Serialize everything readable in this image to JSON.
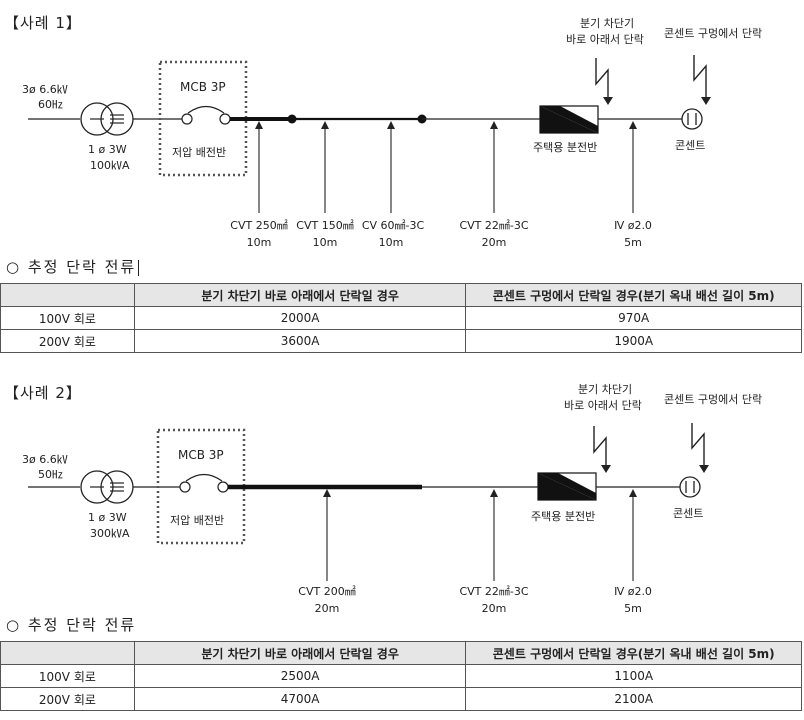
{
  "case1": {
    "title": "【사례 1】",
    "source": {
      "line1": "3ø 6.6㎸",
      "line2": "60㎐"
    },
    "transformer": {
      "line1": "1 ø 3W",
      "line2": "100㎸A"
    },
    "panel": {
      "mcb": "MCB 3P",
      "name": "저압 배전반"
    },
    "fault1": {
      "line1": "분기 차단기",
      "line2": "바로 아래서 단락"
    },
    "fault2": {
      "label": "콘센트 구멍에서 단락"
    },
    "home_panel": "주택용 분전반",
    "outlet": "콘센트",
    "cables": [
      {
        "type": "CVT 250㎟",
        "len": "10m"
      },
      {
        "type": "CVT 150㎟",
        "len": "10m"
      },
      {
        "type": "CV 60㎟-3C",
        "len": "10m"
      },
      {
        "type": "CVT 22㎟-3C",
        "len": "20m"
      },
      {
        "type": "Ⅳ ø2.0",
        "len": "5m"
      }
    ],
    "estimate_title": "○ 추정 단락 전류",
    "table": {
      "headers": [
        "",
        "분기 차단기 바로 아래에서 단락일 경우",
        "콘센트 구멍에서 단락일 경우(분기 옥내 배선 길이 5m)"
      ],
      "rows": [
        {
          "label": "100V 회로",
          "c1": "2000A",
          "c2": "970A"
        },
        {
          "label": "200V 회로",
          "c1": "3600A",
          "c2": "1900A"
        }
      ]
    }
  },
  "case2": {
    "title": "【사례 2】",
    "source": {
      "line1": "3ø 6.6㎸",
      "line2": "50㎐"
    },
    "transformer": {
      "line1": "1 ø 3W",
      "line2": "300㎸A"
    },
    "panel": {
      "mcb": "MCB 3P",
      "name": "저압 배전반"
    },
    "fault1": {
      "line1": "분기 차단기",
      "line2": "바로 아래서 단락"
    },
    "fault2": {
      "label": "콘센트 구멍에서 단락"
    },
    "home_panel": "주택용 분전반",
    "outlet": "콘센트",
    "cables": [
      {
        "type": "CVT 200㎟",
        "len": "20m"
      },
      {
        "type": "CVT 22㎟-3C",
        "len": "20m"
      },
      {
        "type": "Ⅳ ø2.0",
        "len": "5m"
      }
    ],
    "estimate_title": "○ 추정 단락 전류",
    "table": {
      "headers": [
        "",
        "분기 차단기 바로 아래에서 단락일 경우",
        "콘센트 구멍에서 단락일 경우(분기 옥내 배선 길이 5m)"
      ],
      "rows": [
        {
          "label": "100V 회로",
          "c1": "2500A",
          "c2": "1100A"
        },
        {
          "label": "200V 회로",
          "c1": "4700A",
          "c2": "2100A"
        }
      ]
    }
  }
}
